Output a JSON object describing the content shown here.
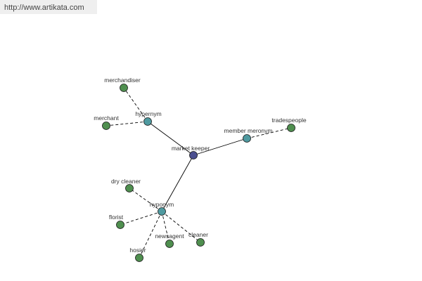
{
  "watermark": {
    "text": "http://www.artikata.com"
  },
  "graph": {
    "colors": {
      "center": "#4b4f8f",
      "relation": "#4f9aa0",
      "term": "#4f8f4f",
      "edge": "#000000"
    },
    "nodes": [
      {
        "id": "market-keeper",
        "label": "market keeper",
        "kind": "center"
      },
      {
        "id": "hypernym",
        "label": "hypernym",
        "kind": "relation"
      },
      {
        "id": "member-meronym",
        "label": "member meronym",
        "kind": "relation"
      },
      {
        "id": "hyponym",
        "label": "hyponym",
        "kind": "relation"
      },
      {
        "id": "merchandiser",
        "label": "merchandiser",
        "kind": "term"
      },
      {
        "id": "merchant",
        "label": "merchant",
        "kind": "term"
      },
      {
        "id": "tradespeople",
        "label": "tradespeople",
        "kind": "term"
      },
      {
        "id": "dry-cleaner",
        "label": "dry cleaner",
        "kind": "term"
      },
      {
        "id": "florist",
        "label": "florist",
        "kind": "term"
      },
      {
        "id": "newsagent",
        "label": "newsagent",
        "kind": "term"
      },
      {
        "id": "cleaner",
        "label": "cleaner",
        "kind": "term"
      },
      {
        "id": "hosier",
        "label": "hosier",
        "kind": "term"
      }
    ],
    "edges": [
      {
        "from": "market-keeper",
        "to": "hypernym",
        "style": "solid"
      },
      {
        "from": "market-keeper",
        "to": "member-meronym",
        "style": "solid"
      },
      {
        "from": "market-keeper",
        "to": "hyponym",
        "style": "solid"
      },
      {
        "from": "hypernym",
        "to": "merchandiser",
        "style": "dashed"
      },
      {
        "from": "hypernym",
        "to": "merchant",
        "style": "dashed"
      },
      {
        "from": "member-meronym",
        "to": "tradespeople",
        "style": "dashed"
      },
      {
        "from": "hyponym",
        "to": "dry-cleaner",
        "style": "dashed"
      },
      {
        "from": "hyponym",
        "to": "florist",
        "style": "dashed"
      },
      {
        "from": "hyponym",
        "to": "newsagent",
        "style": "dashed"
      },
      {
        "from": "hyponym",
        "to": "cleaner",
        "style": "dashed"
      },
      {
        "from": "hyponym",
        "to": "hosier",
        "style": "dashed"
      }
    ]
  }
}
